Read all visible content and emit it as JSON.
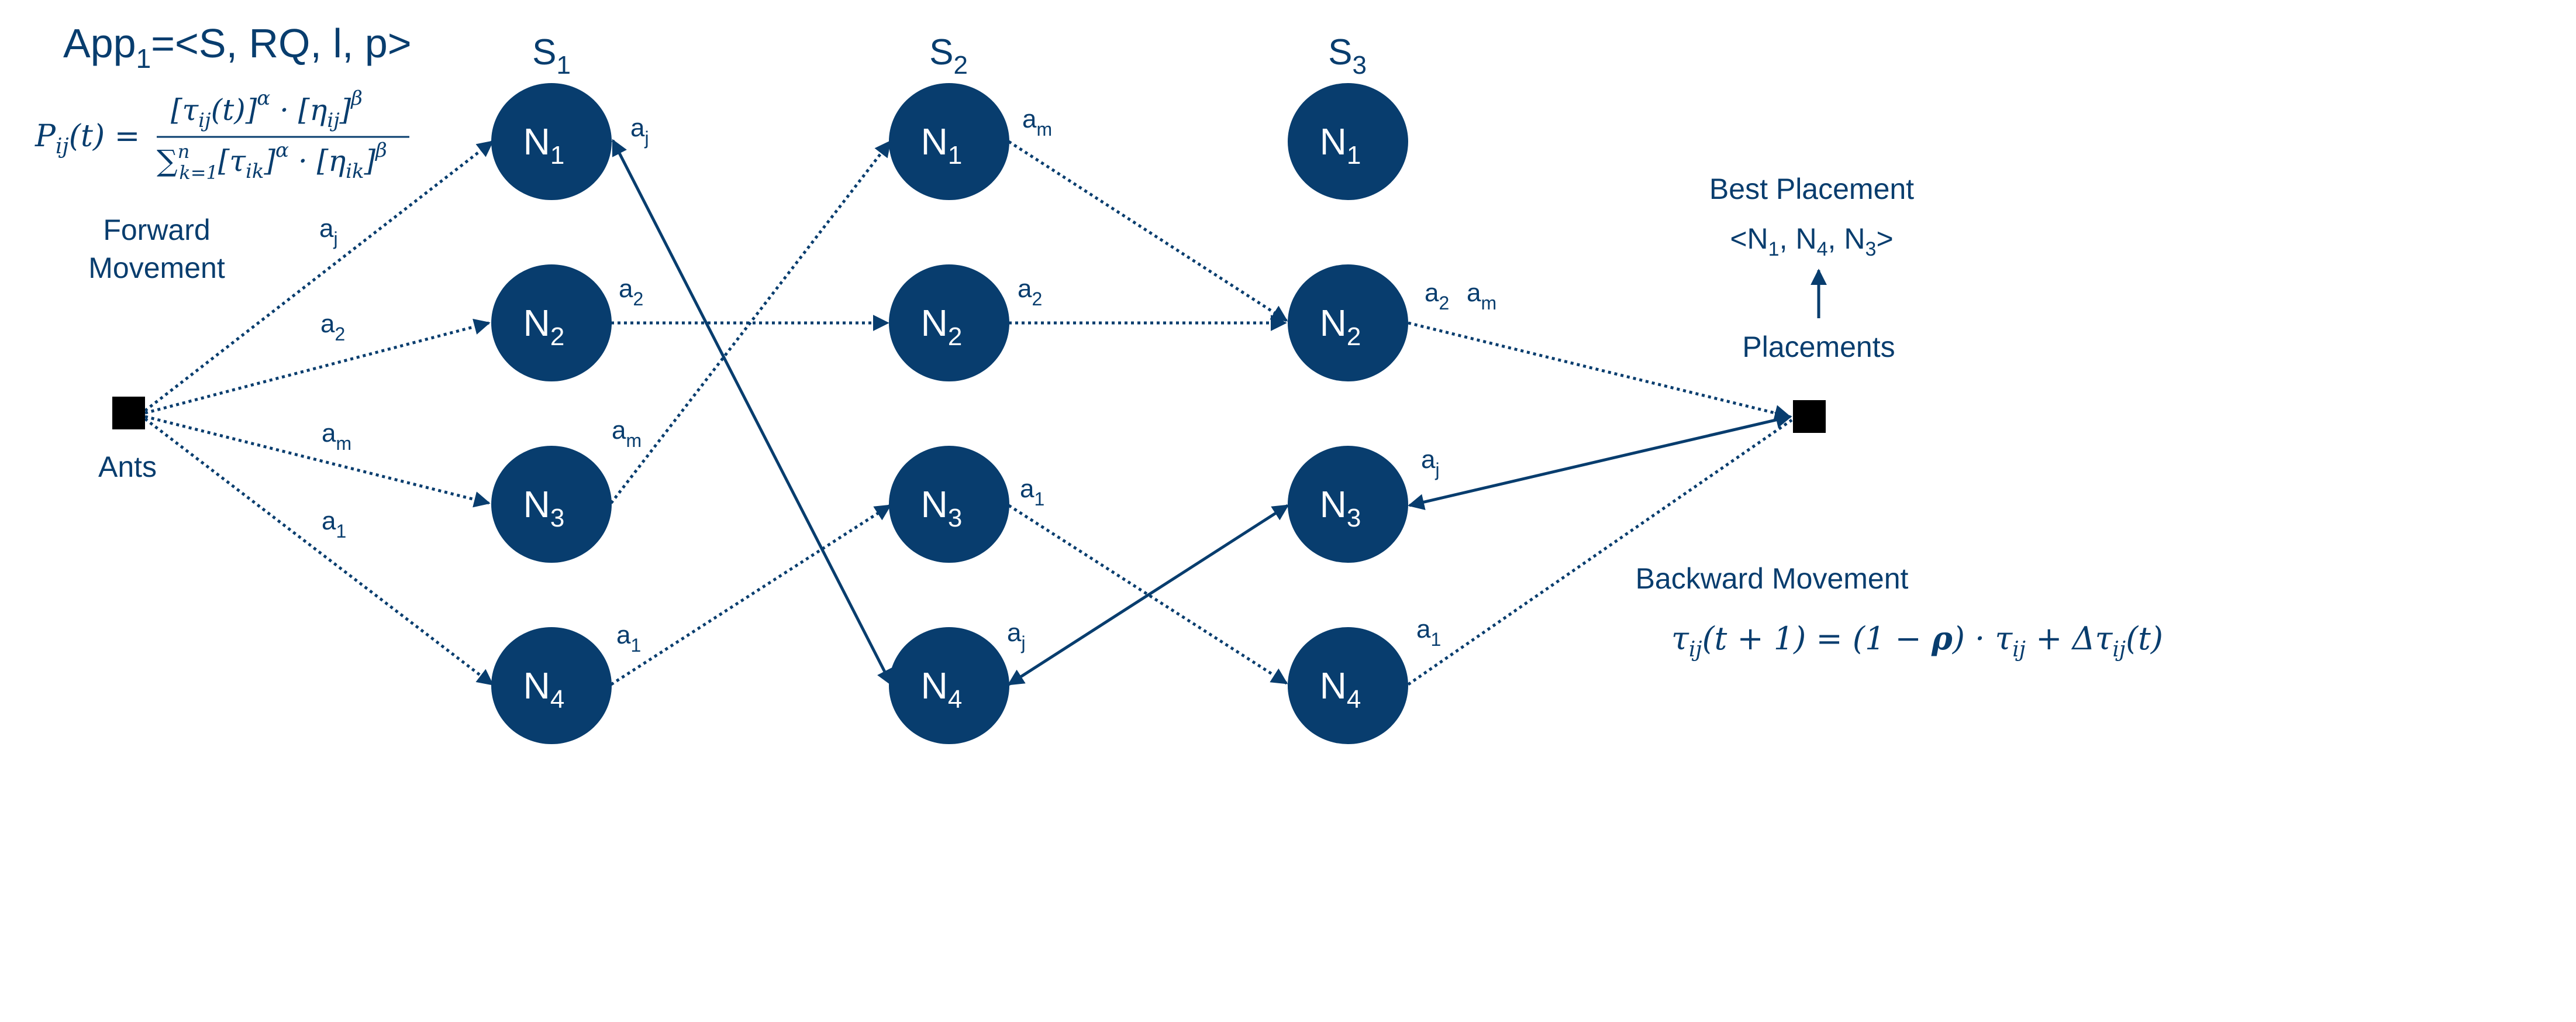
{
  "colors": {
    "node_fill": "#083d6e",
    "text": "#083d6e",
    "terminal": "#000000"
  },
  "title": {
    "main": "App",
    "sub": "1",
    "rest": "=<S, RQ, l, p>"
  },
  "stages": [
    {
      "main": "S",
      "sub": "1"
    },
    {
      "main": "S",
      "sub": "2"
    },
    {
      "main": "S",
      "sub": "3"
    }
  ],
  "nodes": [
    {
      "main": "N",
      "sub": "1"
    },
    {
      "main": "N",
      "sub": "2"
    },
    {
      "main": "N",
      "sub": "3"
    },
    {
      "main": "N",
      "sub": "4"
    }
  ],
  "labels": {
    "forward_line1": "Forward",
    "forward_line2": "Movement",
    "ants": "Ants",
    "best_placement": "Best Placement",
    "placements": "Placements",
    "backward_movement": "Backward Movement",
    "best_open": "<N",
    "best_n4": "N",
    "best_n3": "N",
    "best_close": ">",
    "best_sub1": "1",
    "best_sub4": "4",
    "best_sub3": "3",
    "comma": ","
  },
  "ants": {
    "j": {
      "main": "a",
      "sub": "j"
    },
    "two": {
      "main": "a",
      "sub": "2"
    },
    "m": {
      "main": "a",
      "sub": "m"
    },
    "one": {
      "main": "a",
      "sub": "1"
    }
  },
  "formulas": {
    "probability": "P_ij(t) = [τ_ij(t)]^α · [η_ij]^β / Σ_{k=1}^{n} [τ_ik]^α · [η_ik]^β",
    "update": "τ_ij(t + 1) = (1 − ρ) · τ_ij + Δτ_ij(t)"
  }
}
